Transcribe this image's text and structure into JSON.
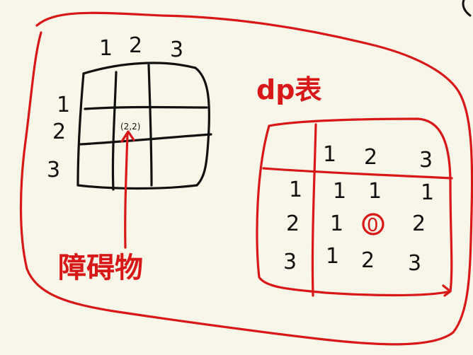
{
  "colors": {
    "background": "#f8f5e9",
    "ink_black": "#111111",
    "ink_red": "#d81818"
  },
  "grid": {
    "column_numbers": [
      "1",
      "2",
      "3"
    ],
    "row_numbers": [
      "1",
      "2",
      "3"
    ],
    "blocked_cell_mark": "(2,2)"
  },
  "obstacle_label": "障碍物",
  "table": {
    "title": "dp表",
    "header": [
      "1",
      "2",
      "3"
    ],
    "rows": [
      {
        "label": "1",
        "cells": [
          "1",
          "1",
          "1"
        ]
      },
      {
        "label": "2",
        "cells": [
          "1",
          "0",
          "2"
        ]
      },
      {
        "label": "3",
        "cells": [
          "1",
          "2",
          "3"
        ]
      }
    ],
    "highlighted_cell": "0"
  }
}
